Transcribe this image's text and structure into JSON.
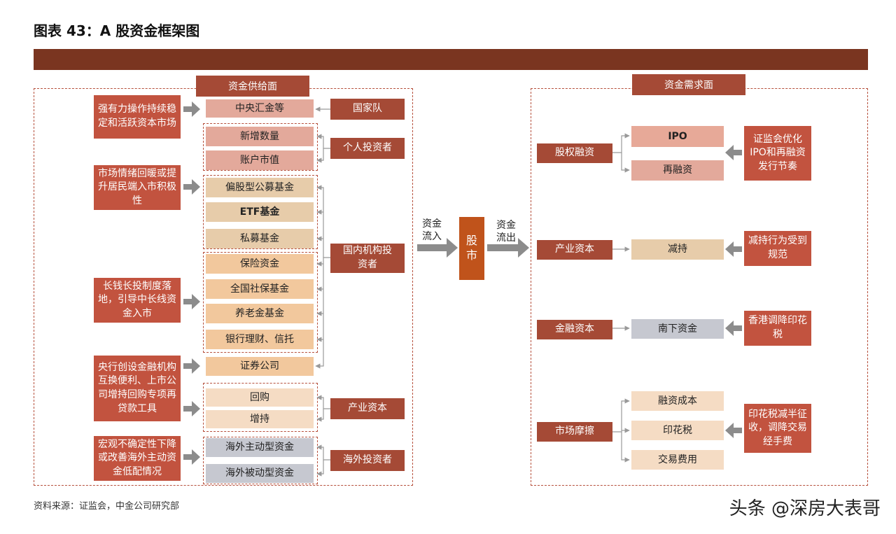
{
  "title": "图表 43：A 股资金框架图",
  "supply_header": "资金供给面",
  "demand_header": "资金需求面",
  "stock_market": "股市",
  "inflow_label": "资金流入",
  "outflow_label": "资金流出",
  "supply_drivers": [
    "强有力操作持续稳定和活跃资本市场",
    "市场情绪回暖或提升居民端入市积极性",
    "长钱长投制度落地，引导中长线资金入市",
    "央行创设金融机构互换便利、上市公司增持回购专项再贷款工具",
    "宏观不确定性下降或改善海外主动资金低配情况"
  ],
  "supply_items": [
    "中央汇金等",
    "新增数量",
    "账户市值",
    "偏股型公募基金",
    "ETF基金",
    "私募基金",
    "保险资金",
    "全国社保基金",
    "养老金基金",
    "银行理财、信托",
    "证券公司",
    "回购",
    "增持",
    "海外主动型资金",
    "海外被动型资金"
  ],
  "supply_categories": [
    "国家队",
    "个人投资者",
    "国内机构投资者",
    "产业资本",
    "海外投资者"
  ],
  "demand_categories": [
    "股权融资",
    "产业资本",
    "金融资本",
    "市场摩擦"
  ],
  "demand_items": [
    "IPO",
    "再融资",
    "减持",
    "南下资金",
    "融资成本",
    "印花税",
    "交易费用"
  ],
  "demand_drivers": [
    "证监会优化IPO和再融资发行节奏",
    "减持行为受到规范",
    "香港调降印花税",
    "印花税减半征收，调降交易经手费"
  ],
  "source": "资料来源：证监会，中金公司研究部",
  "watermark": "头条 @深房大表哥",
  "colors": {
    "banner": "#7a3520",
    "header": "#a54a36",
    "driver": "#c2533f",
    "stock": "#c0531b",
    "pink": "#e3a99b",
    "tan": "#e7ccaa",
    "peach": "#f2c89d",
    "grey": "#c6c8d0"
  }
}
